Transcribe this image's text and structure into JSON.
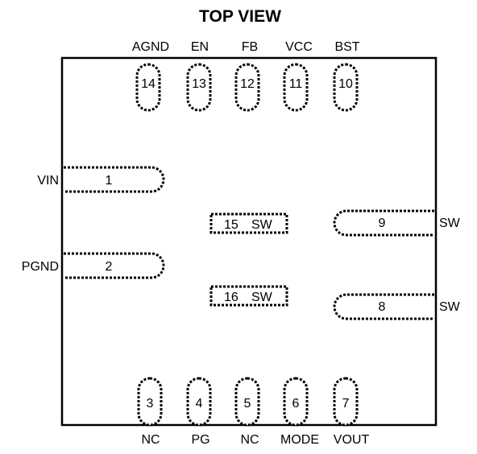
{
  "title": "TOP VIEW",
  "pins": {
    "p1": {
      "number": "1",
      "name": "VIN"
    },
    "p2": {
      "number": "2",
      "name": "PGND"
    },
    "p3": {
      "number": "3",
      "name": "NC"
    },
    "p4": {
      "number": "4",
      "name": "PG"
    },
    "p5": {
      "number": "5",
      "name": "NC"
    },
    "p6": {
      "number": "6",
      "name": "MODE"
    },
    "p7": {
      "number": "7",
      "name": "VOUT"
    },
    "p8": {
      "number": "8",
      "name": "SW"
    },
    "p9": {
      "number": "9",
      "name": "SW"
    },
    "p10": {
      "number": "10",
      "name": "BST"
    },
    "p11": {
      "number": "11",
      "name": "VCC"
    },
    "p12": {
      "number": "12",
      "name": "FB"
    },
    "p13": {
      "number": "13",
      "name": "EN"
    },
    "p14": {
      "number": "14",
      "name": "AGND"
    },
    "p15": {
      "number": "15",
      "name": "SW"
    },
    "p16": {
      "number": "16",
      "name": "SW"
    }
  }
}
